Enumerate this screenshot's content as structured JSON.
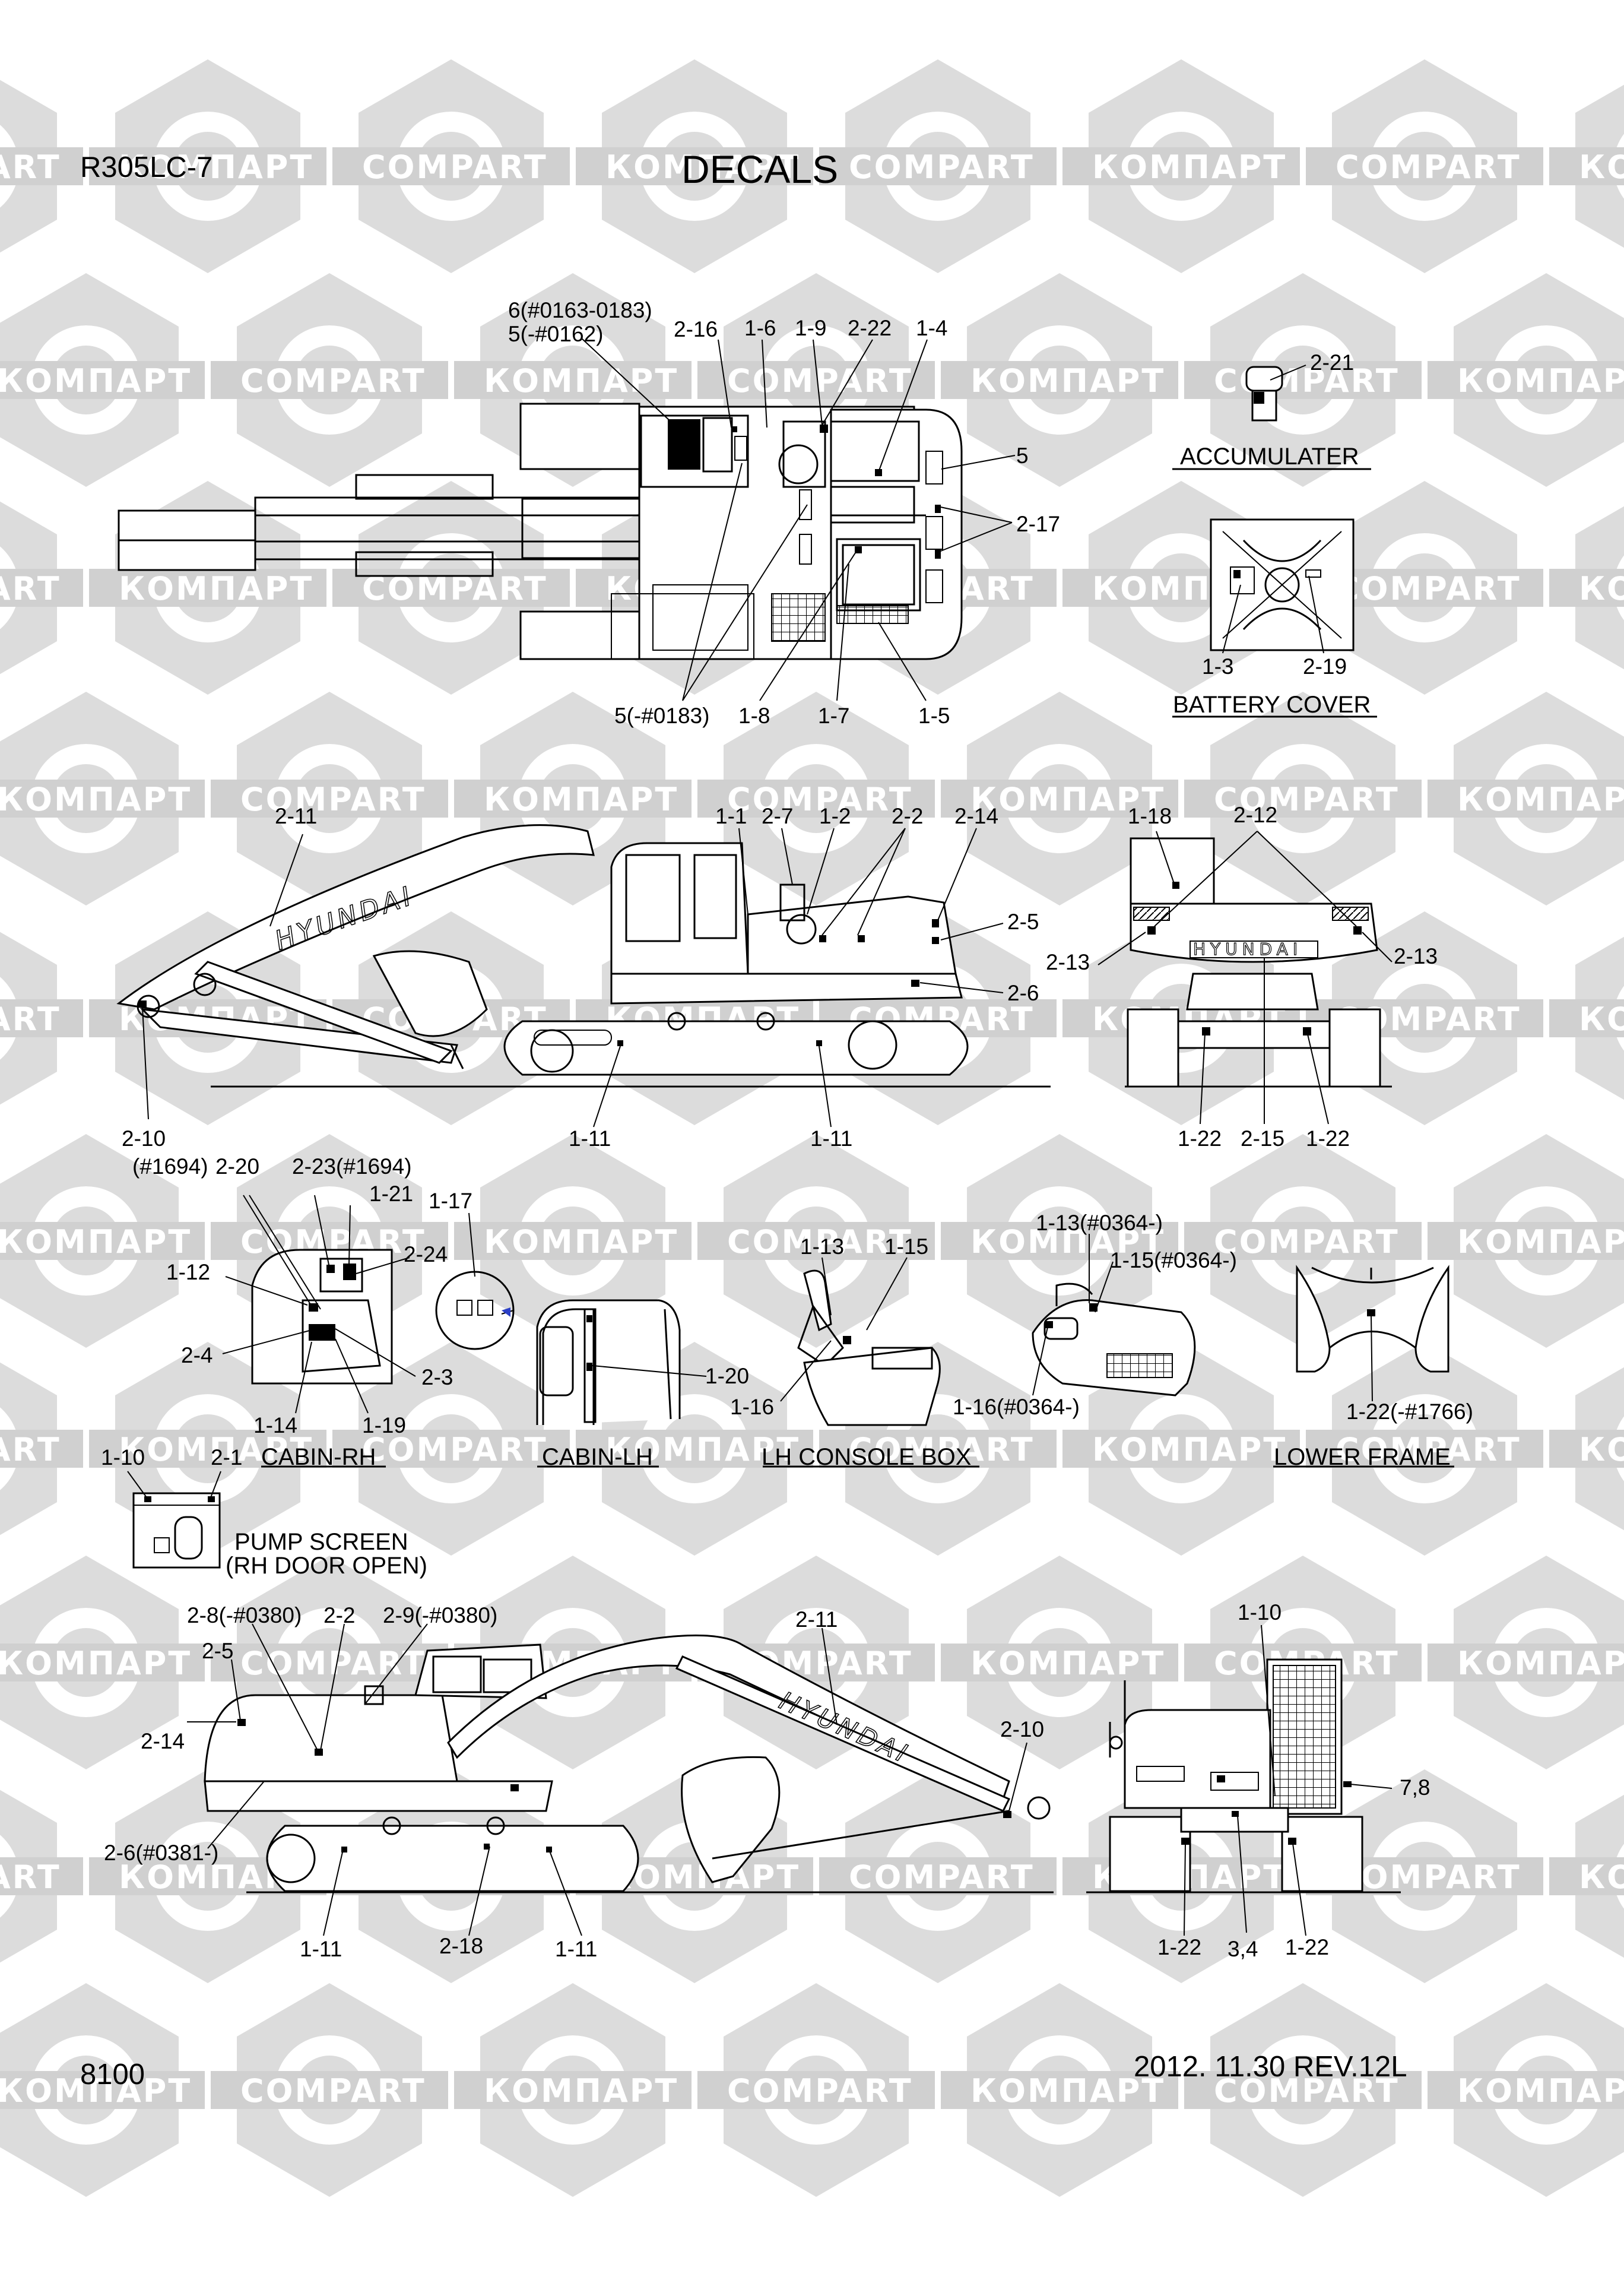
{
  "header": {
    "model": "R305LC-7",
    "title": "DECALS"
  },
  "footer": {
    "page_number": "8100",
    "revision": "2012. 11.30  REV.12L"
  },
  "watermark": {
    "text_ru": "КОМПАРТ",
    "text_en": "COMPART"
  },
  "captions": {
    "accumulator": "ACCUMULATER",
    "battery_cover": "BATTERY COVER",
    "cabin_rh": "CABIN-RH",
    "cabin_lh": "CABIN-LH",
    "lh_console_box": "LH CONSOLE BOX",
    "lower_frame": "LOWER FRAME",
    "pump_screen_1": "PUMP SCREEN",
    "pump_screen_2": "(RH DOOR OPEN)"
  },
  "brand": "HYUNDAI",
  "labels": {
    "top": [
      "6(#0163-0183)",
      "5(-#0162)",
      "2-16",
      "1-6",
      "1-9",
      "2-22",
      "1-4",
      "5",
      "2-17",
      "5(-#0183)",
      "1-8",
      "1-7",
      "1-5"
    ],
    "accumulator": [
      "2-21"
    ],
    "battery": [
      "1-3",
      "2-19"
    ],
    "side_lh": [
      "2-11",
      "1-1",
      "2-7",
      "1-2",
      "2-2",
      "2-14",
      "2-5",
      "2-6",
      "2-10",
      "1-11",
      "1-11"
    ],
    "rear": [
      "1-18",
      "2-12",
      "2-13",
      "2-13",
      "1-22",
      "2-15",
      "1-22"
    ],
    "cabin_rh": [
      "(#1694)",
      "2-20",
      "2-23(#1694)",
      "1-21",
      "1-17",
      "2-24",
      "1-12",
      "2-4",
      "2-3",
      "1-14",
      "1-19"
    ],
    "cabin_lh": [
      "1-20"
    ],
    "console": [
      "1-13",
      "1-15",
      "1-16",
      "1-13(#0364-)",
      "1-15(#0364-)",
      "1-16(#0364-)"
    ],
    "lower_frame": [
      "1-22(-#1766)"
    ],
    "pump_screen": [
      "1-10",
      "2-1"
    ],
    "side_rh": [
      "2-8(-#0380)",
      "2-2",
      "2-9(-#0380)",
      "2-11",
      "2-5",
      "2-14",
      "2-10",
      "2-6(#0381-)",
      "1-11",
      "2-18",
      "1-11"
    ],
    "front": [
      "1-10",
      "7,8",
      "1-22",
      "3,4",
      "1-22"
    ]
  }
}
